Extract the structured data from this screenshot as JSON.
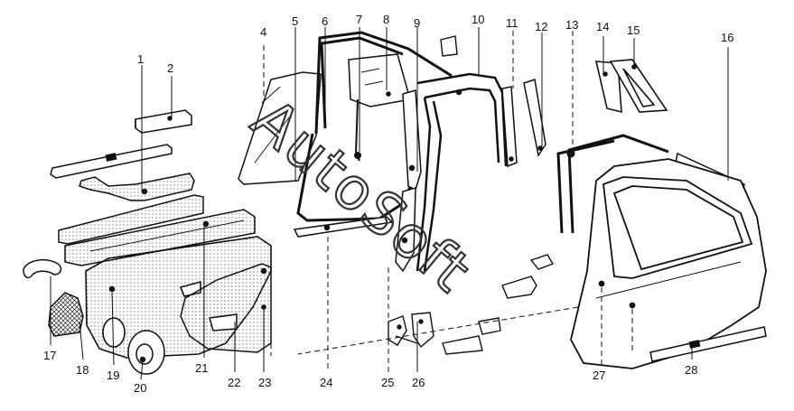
{
  "diagram": {
    "watermark": "AutoSoft",
    "callouts": [
      {
        "id": "1",
        "label": "1"
      },
      {
        "id": "2",
        "label": "2"
      },
      {
        "id": "4",
        "label": "4"
      },
      {
        "id": "5",
        "label": "5"
      },
      {
        "id": "6",
        "label": "6"
      },
      {
        "id": "7",
        "label": "7"
      },
      {
        "id": "8",
        "label": "8"
      },
      {
        "id": "9",
        "label": "9"
      },
      {
        "id": "10",
        "label": "10"
      },
      {
        "id": "11",
        "label": "11"
      },
      {
        "id": "12",
        "label": "12"
      },
      {
        "id": "13",
        "label": "13"
      },
      {
        "id": "14",
        "label": "14"
      },
      {
        "id": "15",
        "label": "15"
      },
      {
        "id": "16",
        "label": "16"
      },
      {
        "id": "17",
        "label": "17"
      },
      {
        "id": "18",
        "label": "18"
      },
      {
        "id": "19",
        "label": "19"
      },
      {
        "id": "20",
        "label": "20"
      },
      {
        "id": "21",
        "label": "21"
      },
      {
        "id": "22",
        "label": "22"
      },
      {
        "id": "23",
        "label": "23"
      },
      {
        "id": "24",
        "label": "24"
      },
      {
        "id": "25",
        "label": "25"
      },
      {
        "id": "26",
        "label": "26"
      },
      {
        "id": "27",
        "label": "27"
      },
      {
        "id": "28",
        "label": "28"
      }
    ]
  }
}
